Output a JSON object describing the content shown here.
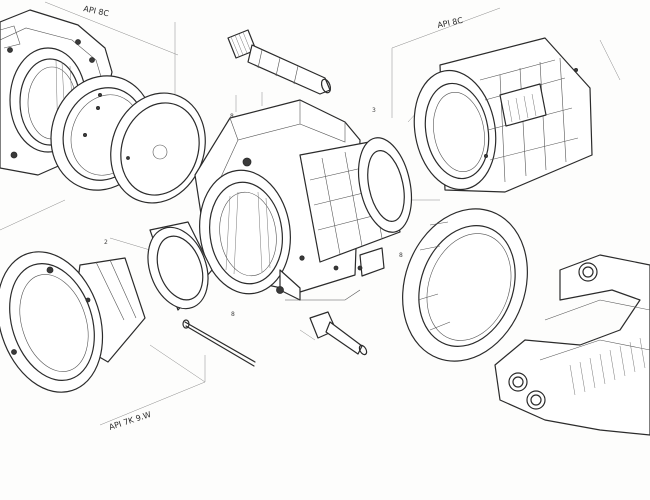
{
  "labels": {
    "top_left": "API 8C",
    "top_right": "API 8C",
    "bottom": "API 7K 9.W"
  },
  "callouts": [
    "2",
    "3",
    "8",
    "8",
    "8"
  ]
}
